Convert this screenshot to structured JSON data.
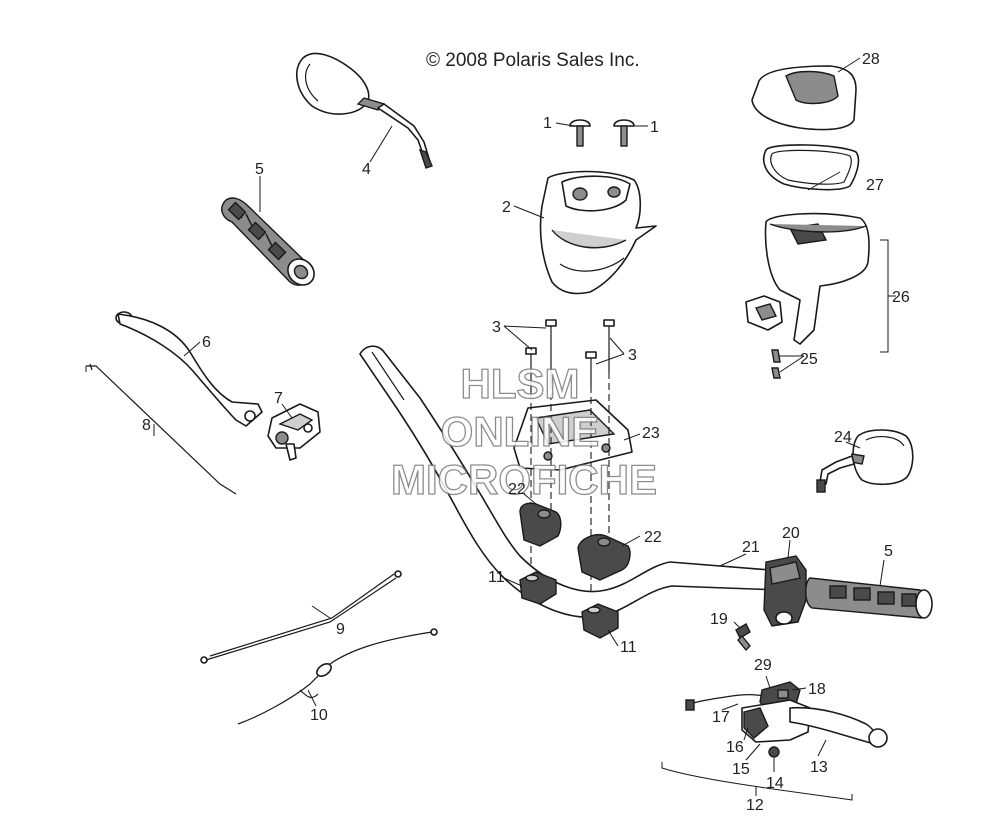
{
  "copyright": "© 2008 Polaris Sales Inc.",
  "watermark": [
    "HLSM",
    "ONLINE",
    "MICROFICHE"
  ],
  "callouts": {
    "c1a": "1",
    "c1b": "1",
    "c2": "2",
    "c3a": "3",
    "c3b": "3",
    "c4": "4",
    "c5a": "5",
    "c5b": "5",
    "c6": "6",
    "c7": "7",
    "c8": "8",
    "c9": "9",
    "c10": "10",
    "c11a": "11",
    "c11b": "11",
    "c12": "12",
    "c13": "13",
    "c14": "14",
    "c15": "15",
    "c16": "16",
    "c17": "17",
    "c18": "18",
    "c19": "19",
    "c20": "20",
    "c21": "21",
    "c22a": "22",
    "c22b": "22",
    "c23": "23",
    "c24": "24",
    "c25": "25",
    "c26": "26",
    "c27": "27",
    "c28": "28",
    "c29": "29"
  }
}
